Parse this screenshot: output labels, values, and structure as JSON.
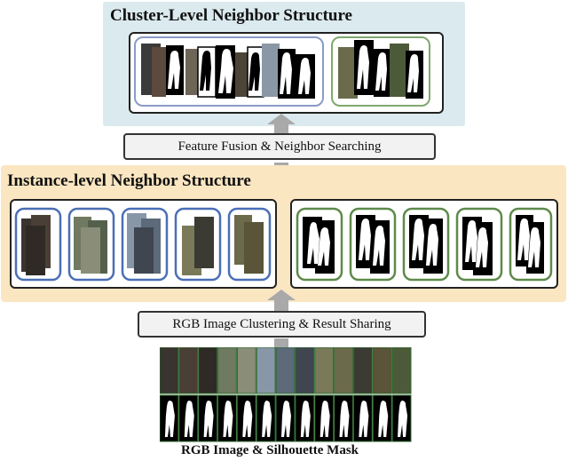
{
  "top_panel": {
    "title": "Cluster-Level Neighbor Structure"
  },
  "fusion_box": {
    "label": "Feature  Fusion & Neighbor Searching"
  },
  "mid_panel": {
    "title": "Instance-level Neighbor Structure"
  },
  "clustering_box": {
    "label": "RGB Image Clustering & Result Sharing"
  },
  "bottom": {
    "caption": "RGB Image & Silhouette Mask"
  },
  "colors": {
    "top_panel_bg": "#dbeaee",
    "mid_panel_bg": "#fbe6c2",
    "rgb_group_border": "#4a6fb5",
    "mask_group_border": "#5e8a4a",
    "arrow": "#a9a9a9"
  }
}
